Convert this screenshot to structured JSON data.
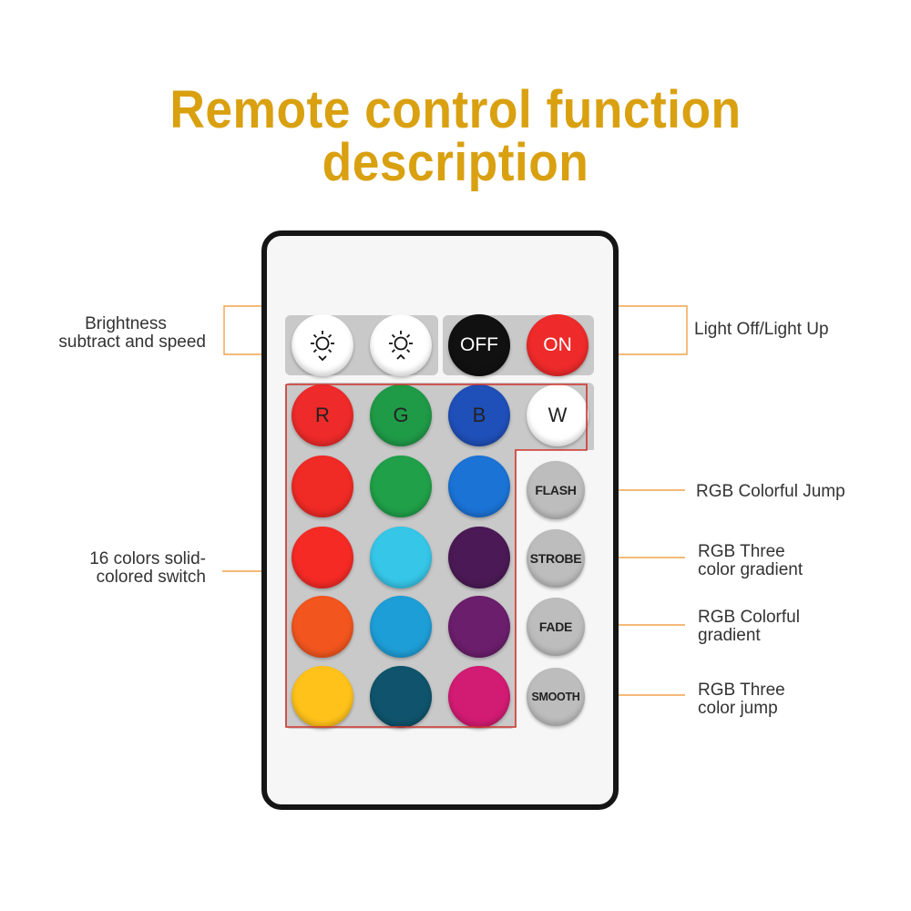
{
  "title": "Remote control function description",
  "colors": {
    "title": "#d9a010",
    "annotation_line": "#f2a24a",
    "highlight_outline": "#d0322a"
  },
  "top_row": {
    "brightness_down": {
      "icon": "sun-down-icon"
    },
    "brightness_up": {
      "icon": "sun-up-icon"
    },
    "off_label": "OFF",
    "on_label": "ON"
  },
  "rgbw": {
    "r": "R",
    "g": "G",
    "b": "B",
    "w": "W"
  },
  "color_grid": [
    [
      "#f02a25",
      "#20a048",
      "#1b73d6"
    ],
    [
      "#f52a25",
      "#36c6e8",
      "#4b1a56"
    ],
    [
      "#f2551e",
      "#1e9ed7",
      "#6b1e6c"
    ],
    [
      "#ffc21a",
      "#0f546c",
      "#d21b73"
    ]
  ],
  "mode_buttons": [
    "FLASH",
    "STROBE",
    "FADE",
    "SMOOTH"
  ],
  "annotations": {
    "brightness": [
      "Brightness",
      "subtract and speed"
    ],
    "light": "Light Off/Light Up",
    "colors16": [
      "16 colors solid-",
      "colored switch"
    ],
    "flash": "RGB Colorful Jump",
    "strobe": [
      "RGB Three",
      "color gradient"
    ],
    "fade": [
      "RGB Colorful",
      "gradient"
    ],
    "smooth": [
      "RGB Three",
      "color jump"
    ]
  }
}
